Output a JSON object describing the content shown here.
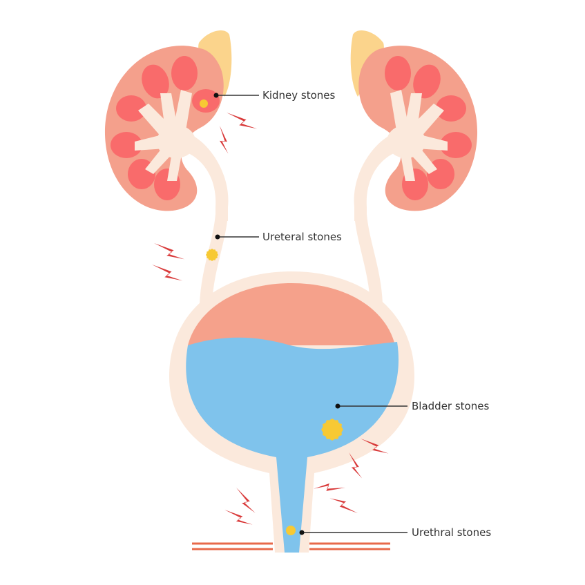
{
  "labels": {
    "kidney": "Kidney stones",
    "ureteral": "Ureteral stones",
    "bladder": "Bladder stones",
    "urethral": "Urethral stones"
  },
  "colors": {
    "kidney": "#f4a08c",
    "pyramid": "#f96b6b",
    "adrenal": "#fbd48c",
    "tract": "#fbe9dc",
    "urine": "#7fc3ec",
    "bladder_top": "#f5a18b",
    "stone": "#f7c934",
    "pain": "#d93a3a",
    "line": "#333333"
  }
}
